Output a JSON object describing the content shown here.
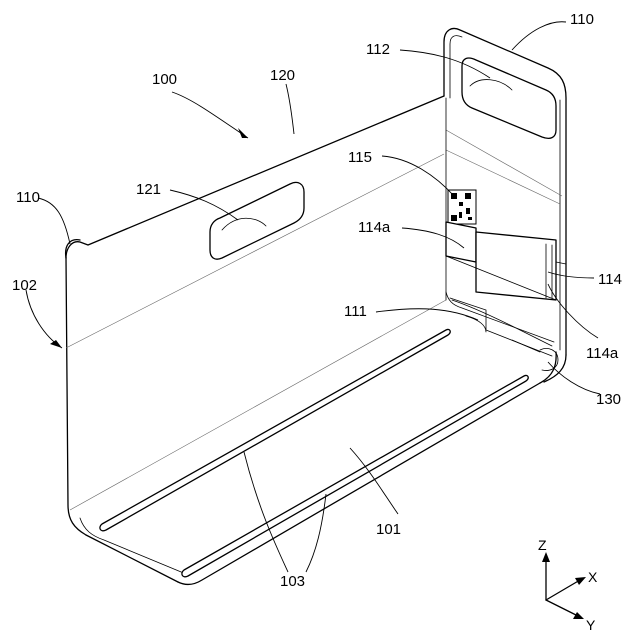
{
  "labels": {
    "assembly": "100",
    "handle_part": "110",
    "handle_part_right": "110",
    "handle_hole": "112",
    "top_face": "120",
    "top_handle": "121",
    "code_label": "115",
    "clip_upper": "114a",
    "clip_part": "114",
    "clip_lower": "114a",
    "inner_rib": "111",
    "corner": "130",
    "side_face": "102",
    "bottom_face": "101",
    "slits": "103"
  },
  "axes": {
    "z": "Z",
    "x": "X",
    "y": "Y"
  }
}
